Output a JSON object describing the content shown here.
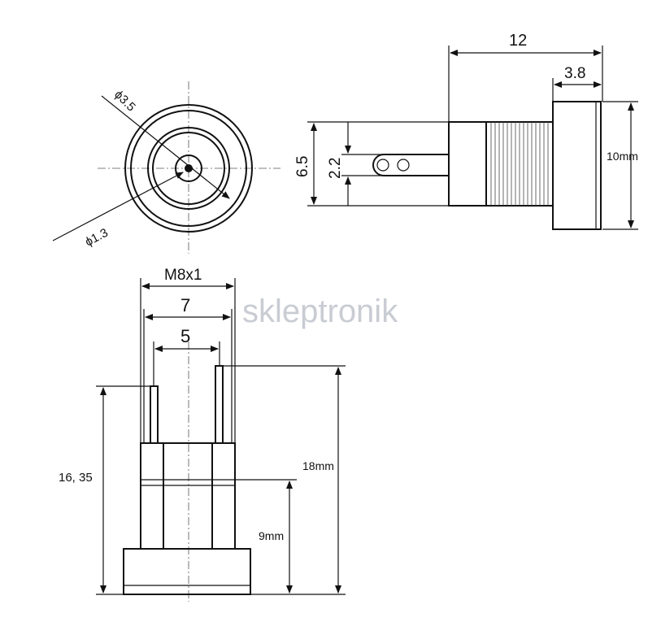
{
  "front_view": {
    "outer_diameter_label": "ϕ3.5",
    "pin_diameter_label": "ϕ1.3"
  },
  "side_view": {
    "length_label": "12",
    "flange_label": "3.8",
    "height_label": "6.5",
    "pin_height_label": "2.2",
    "flange_diameter_label": "10mm"
  },
  "bottom_view": {
    "thread_label": "M8x1",
    "body_width_label": "7",
    "pin_spacing_label": "5",
    "total_height_label": "18mm",
    "pin_height_label": "16, 35",
    "thread_height_label": "9mm"
  },
  "watermark": "skleptronik"
}
